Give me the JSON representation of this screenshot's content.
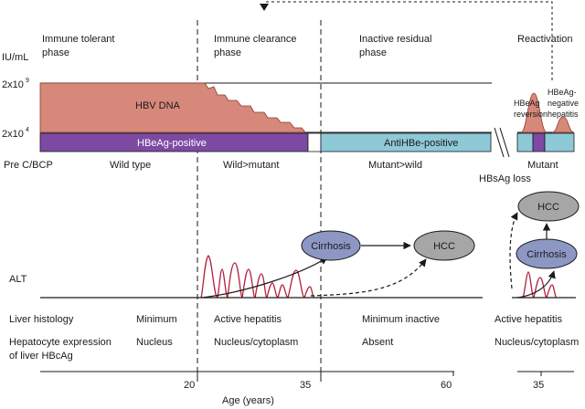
{
  "phases": {
    "immune_tolerant": [
      "Immune tolerant",
      "phase"
    ],
    "immune_clearance": [
      "Immune clearance",
      "phase"
    ],
    "inactive_residual": [
      "Inactive residual",
      "phase"
    ],
    "reactivation": "Reactivation"
  },
  "y_axis": {
    "unit": "IU/mL",
    "high_base": "2x10",
    "high_exp": "9",
    "low_base": "2x10",
    "low_exp": "4"
  },
  "bars": {
    "hbv_dna": "HBV DNA",
    "hbeag_positive": "HBeAg-positive",
    "antihbe_positive": "AntiHBe-positive"
  },
  "reactivation_panel": {
    "hbeag_reversion": [
      "HBeAg",
      "reversion"
    ],
    "hbeag_negative_hepatitis": [
      "HBeAg-",
      "negative",
      "hepatitis"
    ]
  },
  "precore": {
    "label": "Pre C/BCP",
    "wild_type": "Wild type",
    "wild_mutant": "Wild>mutant",
    "mutant_wild": "Mutant>wild",
    "hbsag_loss": "HBsAg loss",
    "mutant": "Mutant"
  },
  "nodes": {
    "cirrhosis": "Cirrhosis",
    "hcc": "HCC",
    "hcc_right": "HCC",
    "cirrhosis_right": "Cirrhosis"
  },
  "alt_label": "ALT",
  "histology": {
    "label": "Liver histology",
    "minimum": "Minimum",
    "active1": "Active hepatitis",
    "minimum_inactive": "Minimum inactive",
    "active2": "Active hepatitis"
  },
  "hepatocyte": {
    "label": [
      "Hepatocyte expression",
      "of liver HBcAg"
    ],
    "nucleus": "Nucleus",
    "nucleus_cytoplasm": "Nucleus/cytoplasm",
    "absent": "Absent",
    "nucleus_cytoplasm_2": "Nucleus/cytoplasm"
  },
  "x_axis": {
    "label": "Age (years)",
    "ticks": [
      "20",
      "35",
      "60",
      "35"
    ]
  },
  "colors": {
    "hbv_dna_fill": "#d6887b",
    "hbeag_bar": "#7d4aa3",
    "antihbe_bar": "#8ec9d8",
    "node_fill": "#8d97c4",
    "node_grey": "#a6a6a6",
    "alt_curve": "#b3203a",
    "line": "#1a1a1a"
  }
}
